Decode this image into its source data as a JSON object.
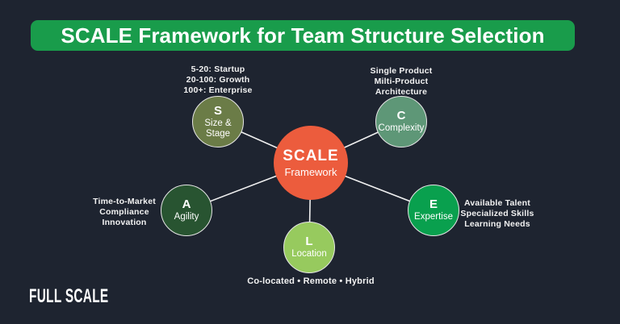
{
  "title": "SCALE Framework for Team Structure Selection",
  "brand": {
    "logo_text": "FULL SCALE"
  },
  "diagram": {
    "center": {
      "title": "SCALE",
      "subtitle": "Framework",
      "color": "#ec5c3d"
    },
    "nodes": [
      {
        "letter": "S",
        "label": "Size & Stage",
        "color": "#6b7c47",
        "position": "top-left",
        "details": [
          "5-20: Startup",
          "20-100: Growth",
          "100+: Enterprise"
        ]
      },
      {
        "letter": "C",
        "label": "Complexity",
        "color": "#5e9777",
        "position": "top-right",
        "details": [
          "Single Product",
          "Milti-Product",
          "Architecture"
        ]
      },
      {
        "letter": "A",
        "label": "Agility",
        "color": "#285431",
        "position": "left",
        "details": [
          "Time-to-Market",
          "Compliance",
          "Innovation"
        ]
      },
      {
        "letter": "E",
        "label": "Expertise",
        "color": "#09a04e",
        "position": "right",
        "details": [
          "Available Talent",
          "Specialized Skills",
          "Learning Needs"
        ]
      },
      {
        "letter": "L",
        "label": "Location",
        "color": "#97ca5e",
        "position": "bottom",
        "details": [
          "Co-located  •  Remote  •  Hybrid"
        ]
      }
    ]
  },
  "colors": {
    "background": "#1e2430",
    "banner_green": "#199c4b",
    "connector": "#f0f0f0",
    "text": "#f2f2f2"
  }
}
